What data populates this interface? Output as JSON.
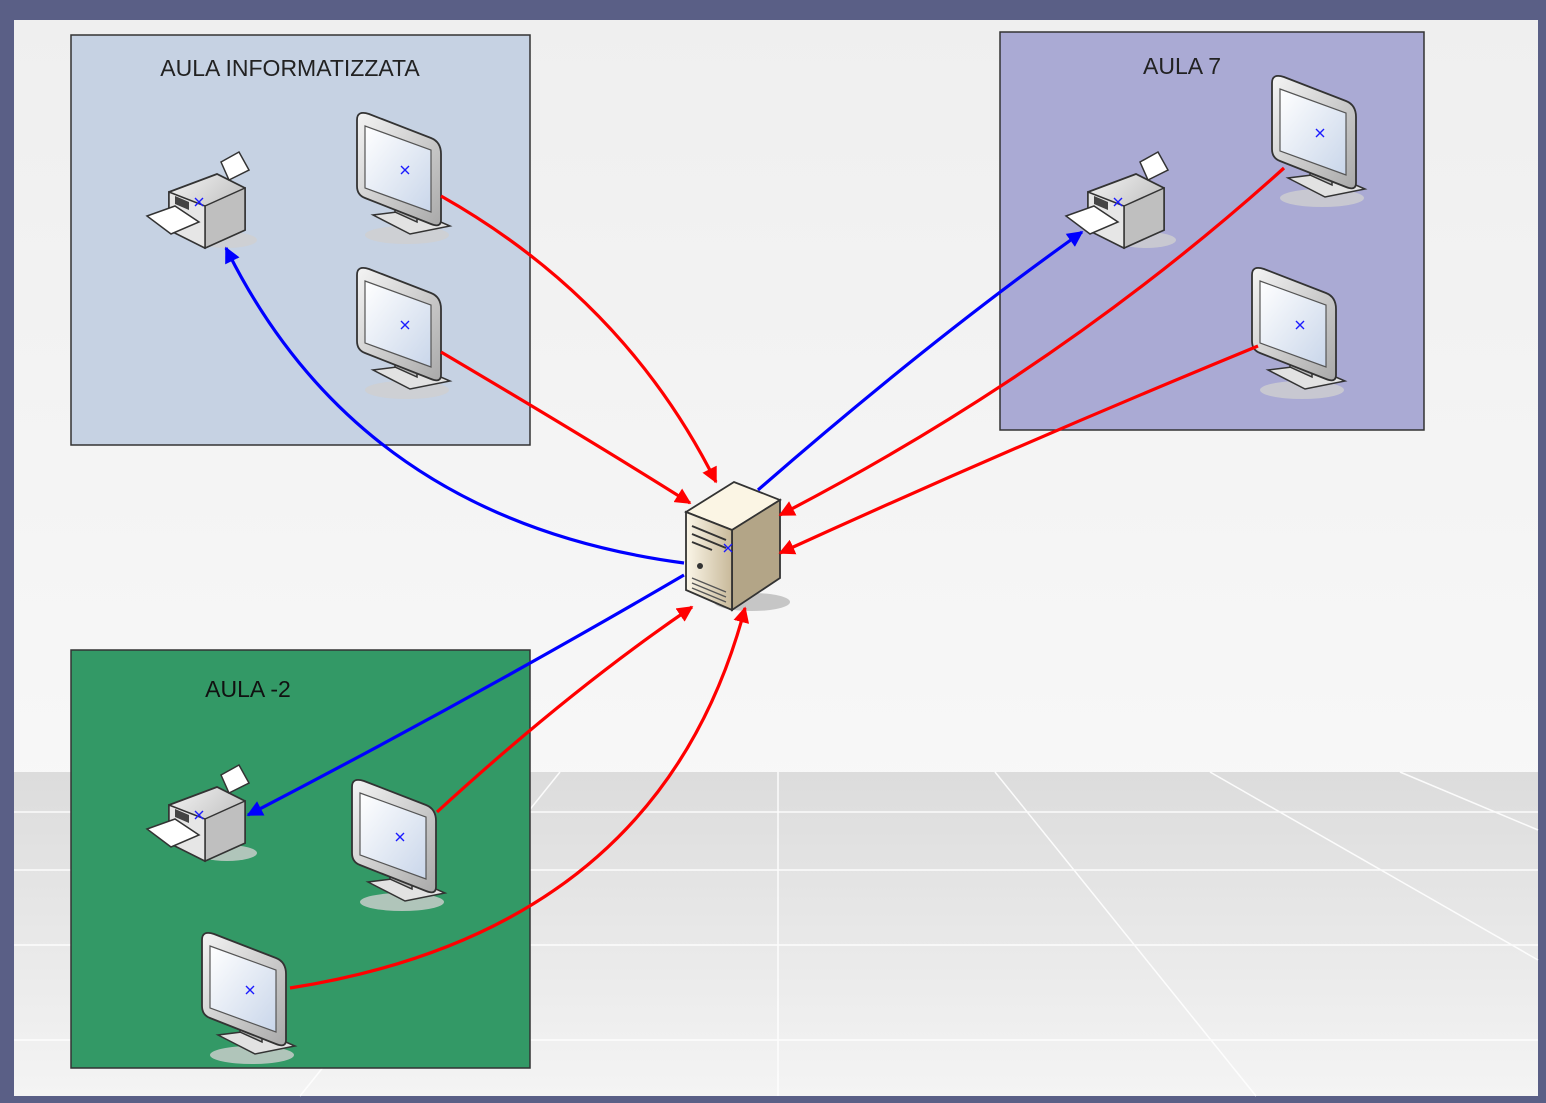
{
  "rooms": [
    {
      "id": "aula-informatizzata",
      "label": "AULA INFORMATIZZATA",
      "fill": "#c6d2e3"
    },
    {
      "id": "aula-7",
      "label": "AULA 7",
      "fill": "#aaaad4"
    },
    {
      "id": "aula-minus-2",
      "label": "AULA -2",
      "fill": "#339966"
    }
  ],
  "colors": {
    "frame": "#5a5f86",
    "canvas": "#f2f2f2",
    "pc_to_server_link": "#ff0000",
    "server_to_printer_link": "#0000ff"
  },
  "devices": {
    "server": "server-icon",
    "monitor": "monitor-icon",
    "printer": "printer-icon"
  }
}
